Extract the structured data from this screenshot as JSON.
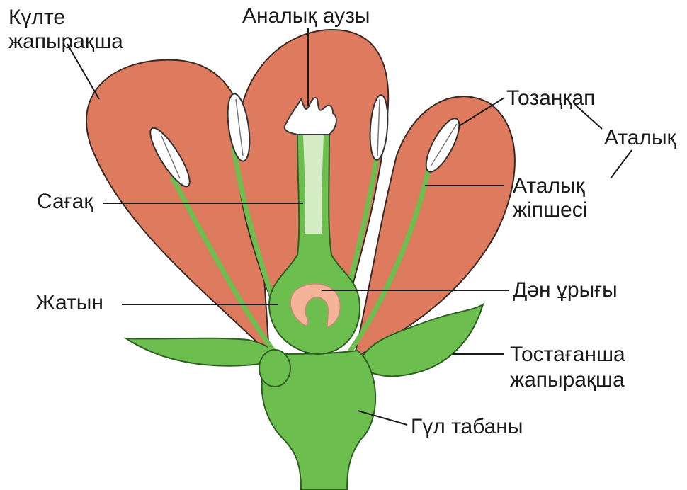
{
  "colors": {
    "petal": "#de7b5e",
    "petal_stroke": "#3a2a24",
    "green": "#6cbf4f",
    "green_dark": "#2f5f22",
    "anther": "#ffffff",
    "ovule": "#f3b49a",
    "leader": "#1a1a1a"
  },
  "labels": {
    "petal_l1": "Күлте",
    "petal_l2": "жапырақша",
    "stigma": "Аналық аузы",
    "anther": "Тозаңқап",
    "stamen": "Аталық",
    "filament_l1": "Аталық",
    "filament_l2": "жіпшесі",
    "style": "Сағақ",
    "ovary": "Жатын",
    "ovule": "Дән ұрығы",
    "sepal_l1": "Тостағанша",
    "sepal_l2": "жапырақша",
    "receptacle": "Гүл табаны"
  }
}
